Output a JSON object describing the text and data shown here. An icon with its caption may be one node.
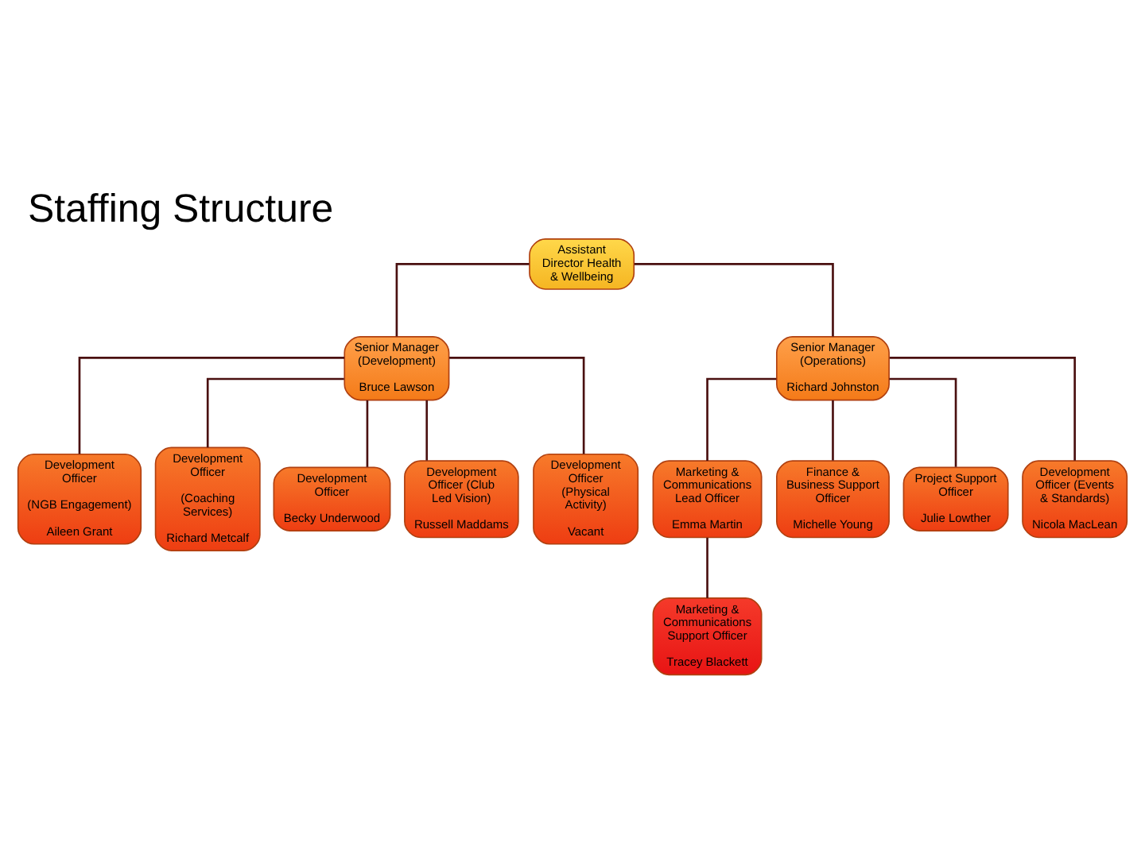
{
  "diagram": {
    "title": "Staffing Structure",
    "nodes": [
      {
        "text": [
          "Assistant Director Health & Wellbeing"
        ]
      },
      {
        "text": [
          "Senior Manager (Development)",
          "Bruce Lawson"
        ]
      },
      {
        "text": [
          "Senior Manager (Operations)",
          "Richard Johnston"
        ]
      },
      {
        "text": [
          "Development Officer",
          "(NGB Engagement)",
          "Aileen Grant"
        ]
      },
      {
        "text": [
          "Development Officer",
          "(Coaching Services)",
          "Richard Metcalf"
        ]
      },
      {
        "text": [
          "Development Officer",
          "Becky Underwood"
        ]
      },
      {
        "text": [
          "Development Officer (Club Led Vision)",
          "Russell Maddams"
        ]
      },
      {
        "text": [
          "Development Officer (Physical Activity)",
          "Vacant"
        ]
      },
      {
        "text": [
          "Marketing & Communications Lead Officer",
          "Emma Martin"
        ]
      },
      {
        "text": [
          "Finance & Business Support Officer",
          "Michelle Young"
        ]
      },
      {
        "text": [
          "Project Support Officer",
          "Julie Lowther"
        ]
      },
      {
        "text": [
          "Development Officer (Events & Standards)",
          "Nicola MacLean"
        ]
      },
      {
        "text": [
          "Marketing & Communications Support Officer",
          "Tracey Blackett"
        ]
      }
    ],
    "edges": [
      {
        "from": 0,
        "to": 1,
        "arrow": "none"
      },
      {
        "from": 0,
        "to": 2,
        "arrow": "none"
      },
      {
        "from": 1,
        "to": 3,
        "arrow": "none"
      },
      {
        "from": 1,
        "to": 4,
        "arrow": "none"
      },
      {
        "from": 1,
        "to": 5,
        "arrow": "none"
      },
      {
        "from": 1,
        "to": 6,
        "arrow": "none"
      },
      {
        "from": 1,
        "to": 7,
        "arrow": "none"
      },
      {
        "from": 2,
        "to": 8,
        "arrow": "none"
      },
      {
        "from": 2,
        "to": 9,
        "arrow": "none"
      },
      {
        "from": 2,
        "to": 10,
        "arrow": "none"
      },
      {
        "from": 2,
        "to": 11,
        "arrow": "none"
      },
      {
        "from": 8,
        "to": 12,
        "arrow": "none"
      }
    ]
  }
}
